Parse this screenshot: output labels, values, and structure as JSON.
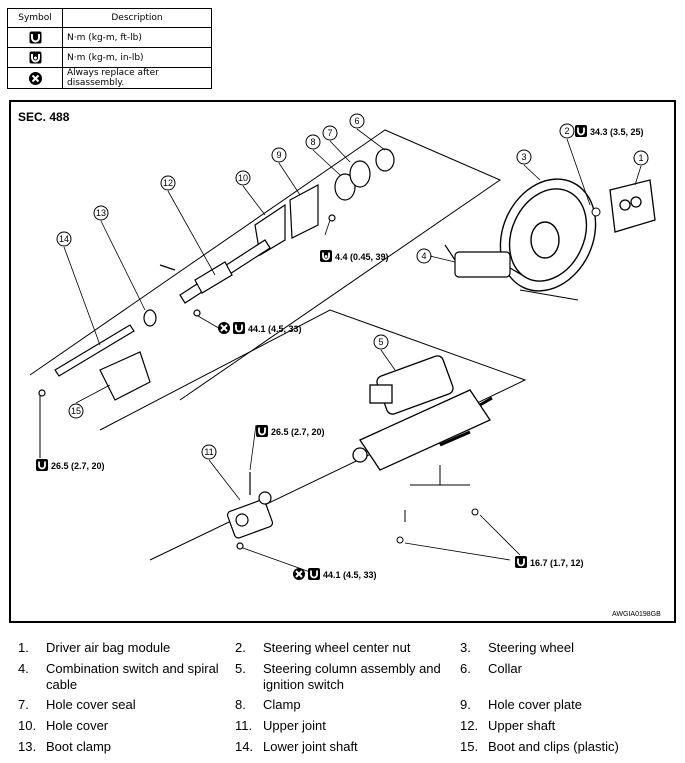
{
  "symbol_table": {
    "headers": [
      "Symbol",
      "Description"
    ],
    "rows": [
      {
        "icon": "torque-ft-lb-icon",
        "description": "N·m (kg-m, ft-lb)"
      },
      {
        "icon": "torque-in-lb-icon",
        "description": "N·m (kg-m, in-lb)"
      },
      {
        "icon": "always-replace-icon",
        "description": "Always replace after disassembly."
      }
    ]
  },
  "diagram": {
    "section": "SEC. 488",
    "code": "AWGIA0198GB",
    "callouts": [
      "1",
      "2",
      "3",
      "4",
      "5",
      "6",
      "7",
      "8",
      "9",
      "10",
      "11",
      "12",
      "13",
      "14",
      "15"
    ],
    "torques": [
      {
        "value": "34.3 (3.5, 25)",
        "icon": "torque-ft-lb-icon",
        "replace": false
      },
      {
        "value": "4.4 (0.45, 39)",
        "icon": "torque-in-lb-icon",
        "replace": false
      },
      {
        "value": "44.1 (4.5, 33)",
        "icon": "torque-ft-lb-icon",
        "replace": true
      },
      {
        "value": "26.5 (2.7, 20)",
        "icon": "torque-ft-lb-icon",
        "replace": false
      },
      {
        "value": "26.5 (2.7, 20)",
        "icon": "torque-ft-lb-icon",
        "replace": false
      },
      {
        "value": "16.7 (1.7, 12)",
        "icon": "torque-ft-lb-icon",
        "replace": false
      },
      {
        "value": "44.1 (4.5, 33)",
        "icon": "torque-ft-lb-icon",
        "replace": true
      }
    ]
  },
  "parts": [
    {
      "num": "1.",
      "name": "Driver air bag module"
    },
    {
      "num": "2.",
      "name": "Steering wheel center nut"
    },
    {
      "num": "3.",
      "name": "Steering wheel"
    },
    {
      "num": "4.",
      "name": "Combination switch and spiral cable"
    },
    {
      "num": "5.",
      "name": "Steering column assembly and ignition switch"
    },
    {
      "num": "6.",
      "name": "Collar"
    },
    {
      "num": "7.",
      "name": "Hole cover seal"
    },
    {
      "num": "8.",
      "name": "Clamp"
    },
    {
      "num": "9.",
      "name": "Hole cover plate"
    },
    {
      "num": "10.",
      "name": "Hole cover"
    },
    {
      "num": "11.",
      "name": "Upper joint"
    },
    {
      "num": "12.",
      "name": "Upper shaft"
    },
    {
      "num": "13.",
      "name": "Boot clamp"
    },
    {
      "num": "14.",
      "name": "Lower joint shaft"
    },
    {
      "num": "15.",
      "name": "Boot and clips (plastic)"
    }
  ]
}
